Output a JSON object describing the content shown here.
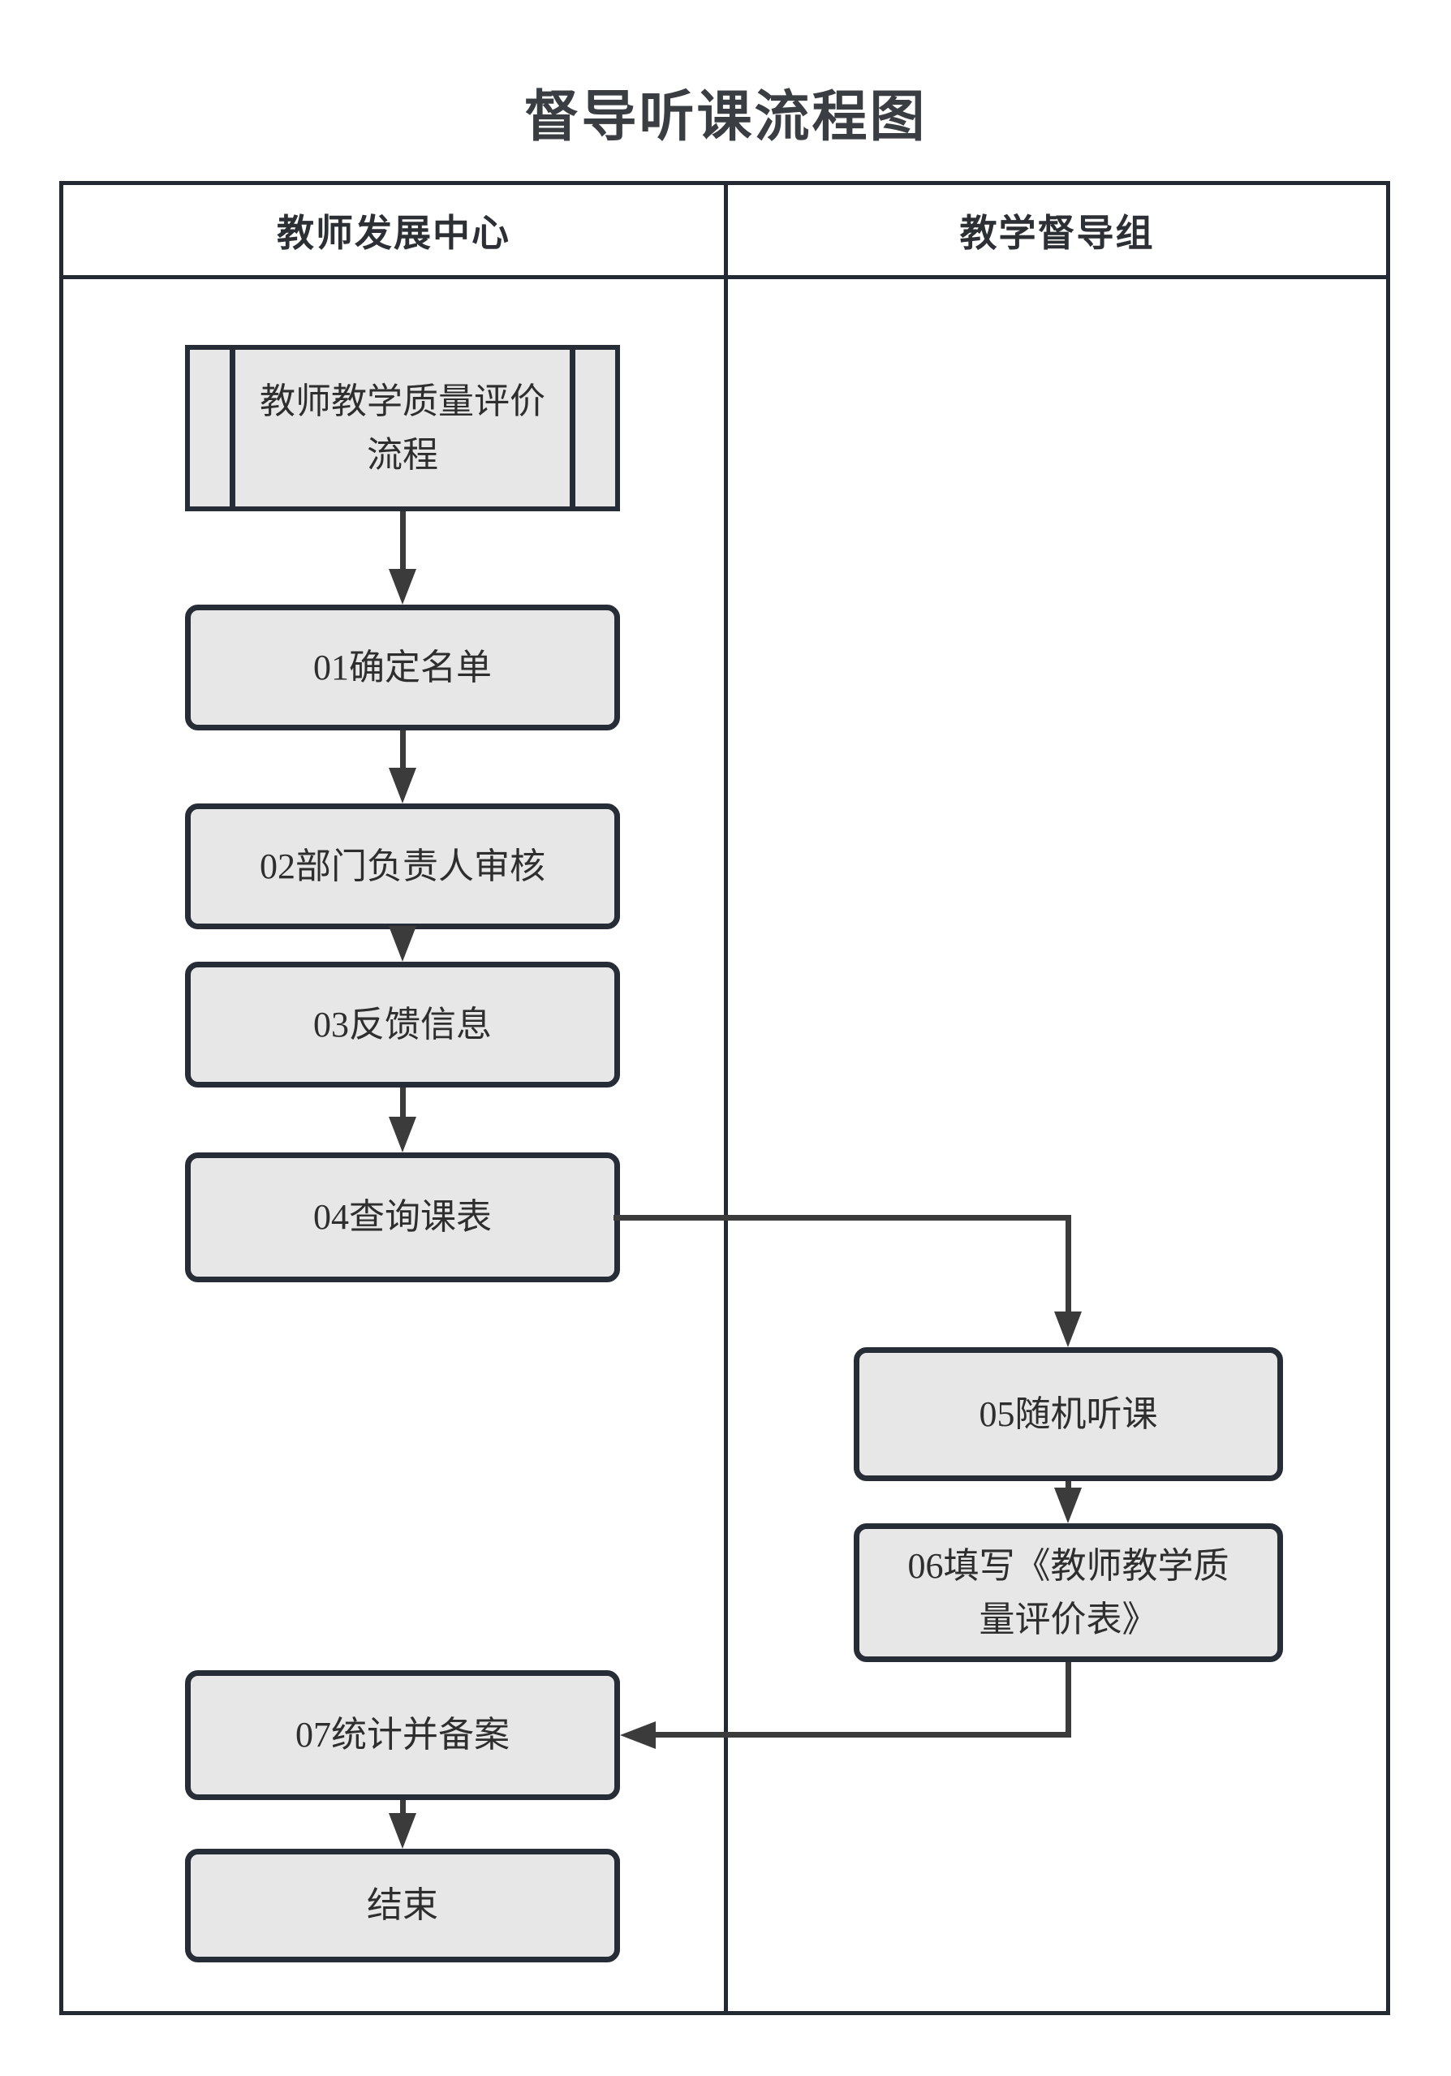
{
  "title": "督导听课流程图",
  "lanes": [
    {
      "label": "教师发展中心"
    },
    {
      "label": "教学督导组"
    }
  ],
  "nodes": {
    "start": {
      "label": "教师教学质量评价\n流程",
      "shape": "predefined-process",
      "lane": "教师发展中心"
    },
    "step01": {
      "label": "01确定名单",
      "shape": "process",
      "lane": "教师发展中心"
    },
    "step02": {
      "label": "02部门负责人审核",
      "shape": "process",
      "lane": "教师发展中心"
    },
    "step03": {
      "label": "03反馈信息",
      "shape": "process",
      "lane": "教师发展中心"
    },
    "step04": {
      "label": "04查询课表",
      "shape": "process",
      "lane": "教师发展中心"
    },
    "step05": {
      "label": "05随机听课",
      "shape": "process",
      "lane": "教学督导组"
    },
    "step06": {
      "label": "06填写《教师教学质\n量评价表》",
      "shape": "process",
      "lane": "教学督导组"
    },
    "step07": {
      "label": "07统计并备案",
      "shape": "process",
      "lane": "教师发展中心"
    },
    "end": {
      "label": "结束",
      "shape": "process",
      "lane": "教师发展中心"
    }
  },
  "edges": [
    {
      "from": "start",
      "to": "step01"
    },
    {
      "from": "step01",
      "to": "step02"
    },
    {
      "from": "step02",
      "to": "step03"
    },
    {
      "from": "step03",
      "to": "step04"
    },
    {
      "from": "step04",
      "to": "step05"
    },
    {
      "from": "step05",
      "to": "step06"
    },
    {
      "from": "step06",
      "to": "step07"
    },
    {
      "from": "step07",
      "to": "end"
    }
  ],
  "colors": {
    "node_fill": "#e7e7e8",
    "node_border": "#262d36",
    "connector": "#3b3b3b",
    "lane_border": "#242a33",
    "text": "#2e2e2e"
  }
}
